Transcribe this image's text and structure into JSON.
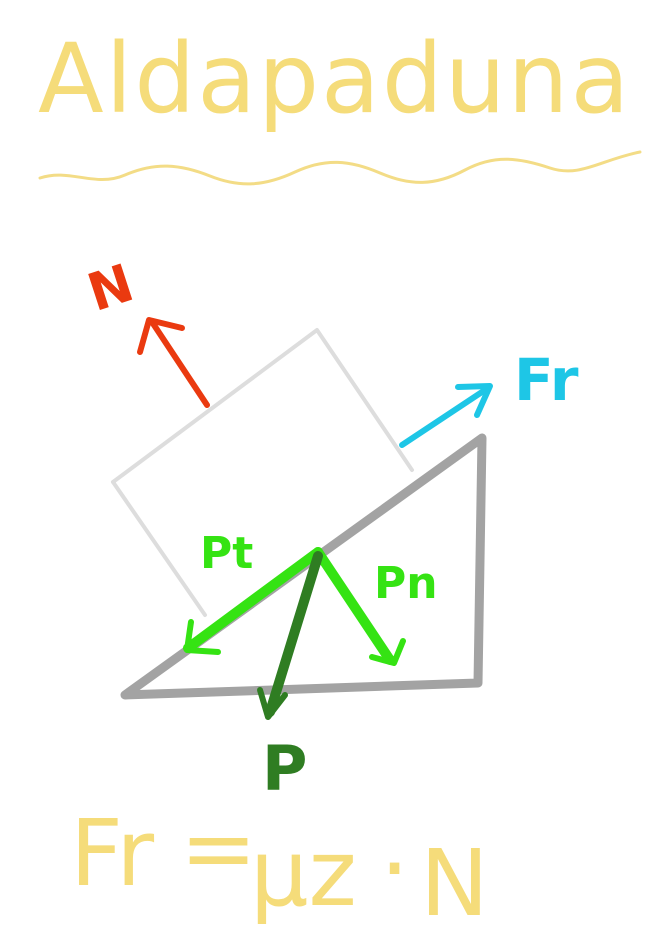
{
  "title": "Aldapaduna",
  "labels": {
    "normal": "N",
    "friction": "Fr",
    "weight": "P",
    "tangential": "Pt",
    "normal_component": "Pn"
  },
  "formula": {
    "lhs": "Fr",
    "equals": "=",
    "coef": "μz",
    "dot": "·",
    "rhs": "N"
  },
  "colors": {
    "title": "#f5dc7a",
    "underline": "#f3dc86",
    "block": "#dddddd",
    "incline": "#a3a3a3",
    "normal": "#ea3a10",
    "friction": "#1ec6e6",
    "weight": "#2f7d22",
    "components": "#35e313",
    "formula": "#f5dc7a"
  }
}
